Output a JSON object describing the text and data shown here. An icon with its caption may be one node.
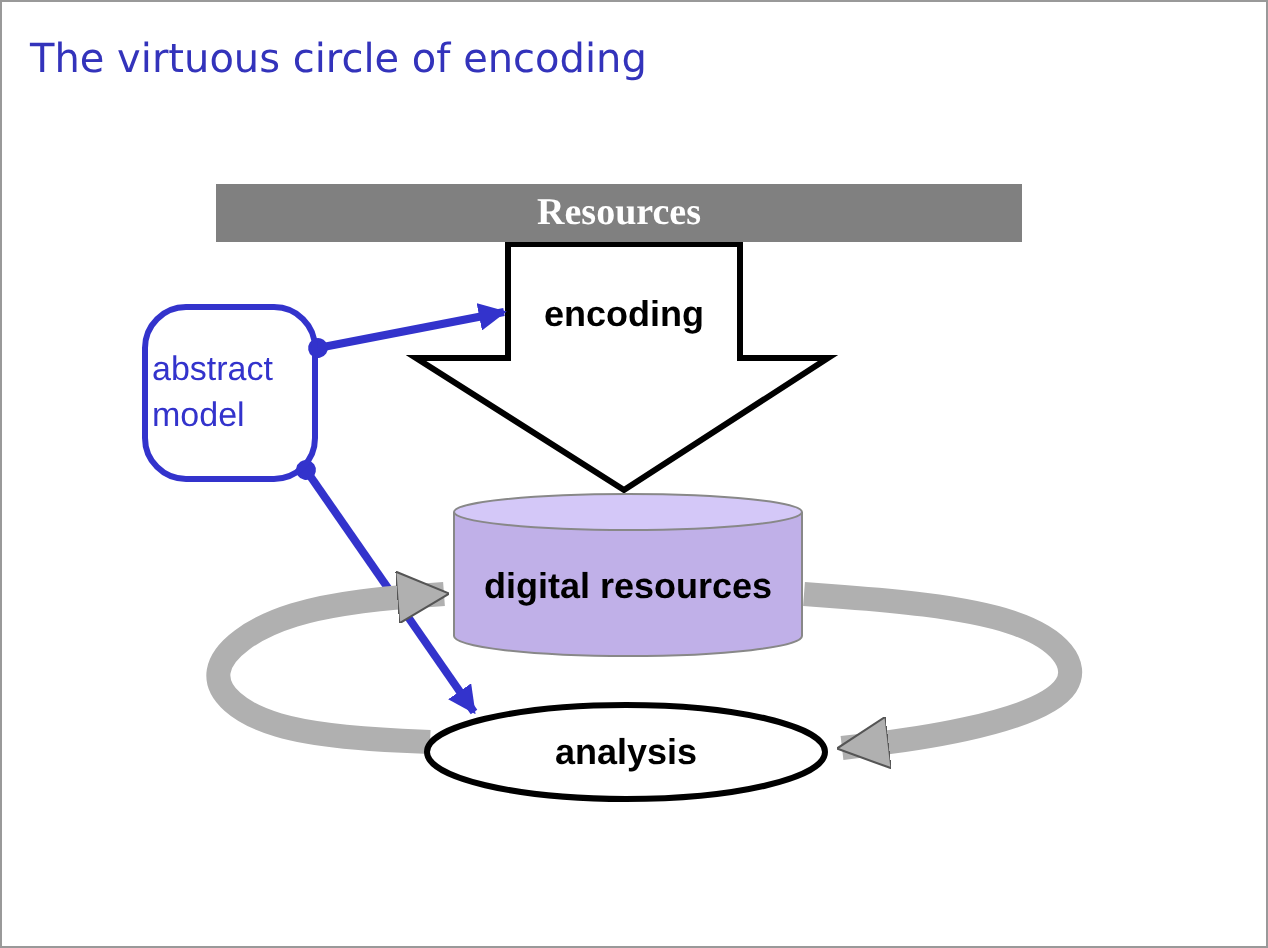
{
  "diagram": {
    "title": "The virtuous circle of encoding",
    "nodes": [
      {
        "text": [
          "Resources"
        ]
      },
      {
        "text": [
          "abstract model"
        ]
      },
      {
        "text": [
          "digital resources"
        ]
      },
      {
        "text": [
          "analysis"
        ]
      }
    ],
    "edges": [
      {
        "from": 0,
        "to": 2,
        "arrow": "to",
        "label": "encoding",
        "style": "thick",
        "color": "#000000"
      },
      {
        "from": 1,
        "to": null,
        "arrow": "to",
        "color": "#3333cc"
      },
      {
        "from": 1,
        "to": 3,
        "arrow": "to",
        "color": "#3333cc"
      },
      {
        "from": 2,
        "to": 3,
        "arrow": "to",
        "style": "thick",
        "color": "#b0b0b0"
      },
      {
        "from": 3,
        "to": 2,
        "arrow": "to",
        "style": "thick",
        "color": "#b0b0b0"
      }
    ]
  }
}
